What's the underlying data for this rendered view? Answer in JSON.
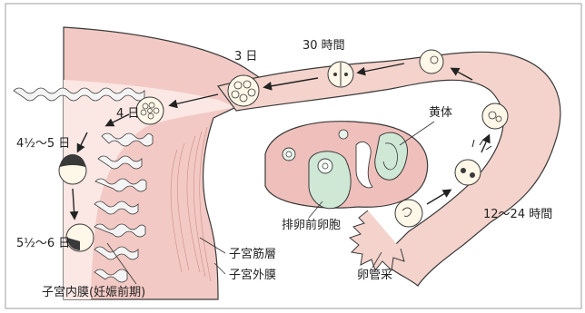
{
  "labels": {
    "day3": "3 日",
    "hour30": "30 時間",
    "day4": "4 日",
    "day4_5": "4½〜5 日",
    "day5_6": "5½〜6 日",
    "corpus_luteum": "黄体",
    "ovulation_follicle": "排卵前卵胞",
    "hours12_24": "12〜24 時間",
    "myometrium": "子宮筋層",
    "perimetrium": "子宮外膜",
    "fimbria": "卵管采",
    "endometrium": "子宮内膜(妊娠前期)"
  },
  "colors": {
    "uterus_pink": "#f2c9c4",
    "uterus_deep": "#e9a8a3",
    "tube_pink": "#f4d3cc",
    "ovary_pink": "#efc0bb",
    "follicle_green": "#cfe8d6",
    "outline": "#3a3a3a"
  }
}
